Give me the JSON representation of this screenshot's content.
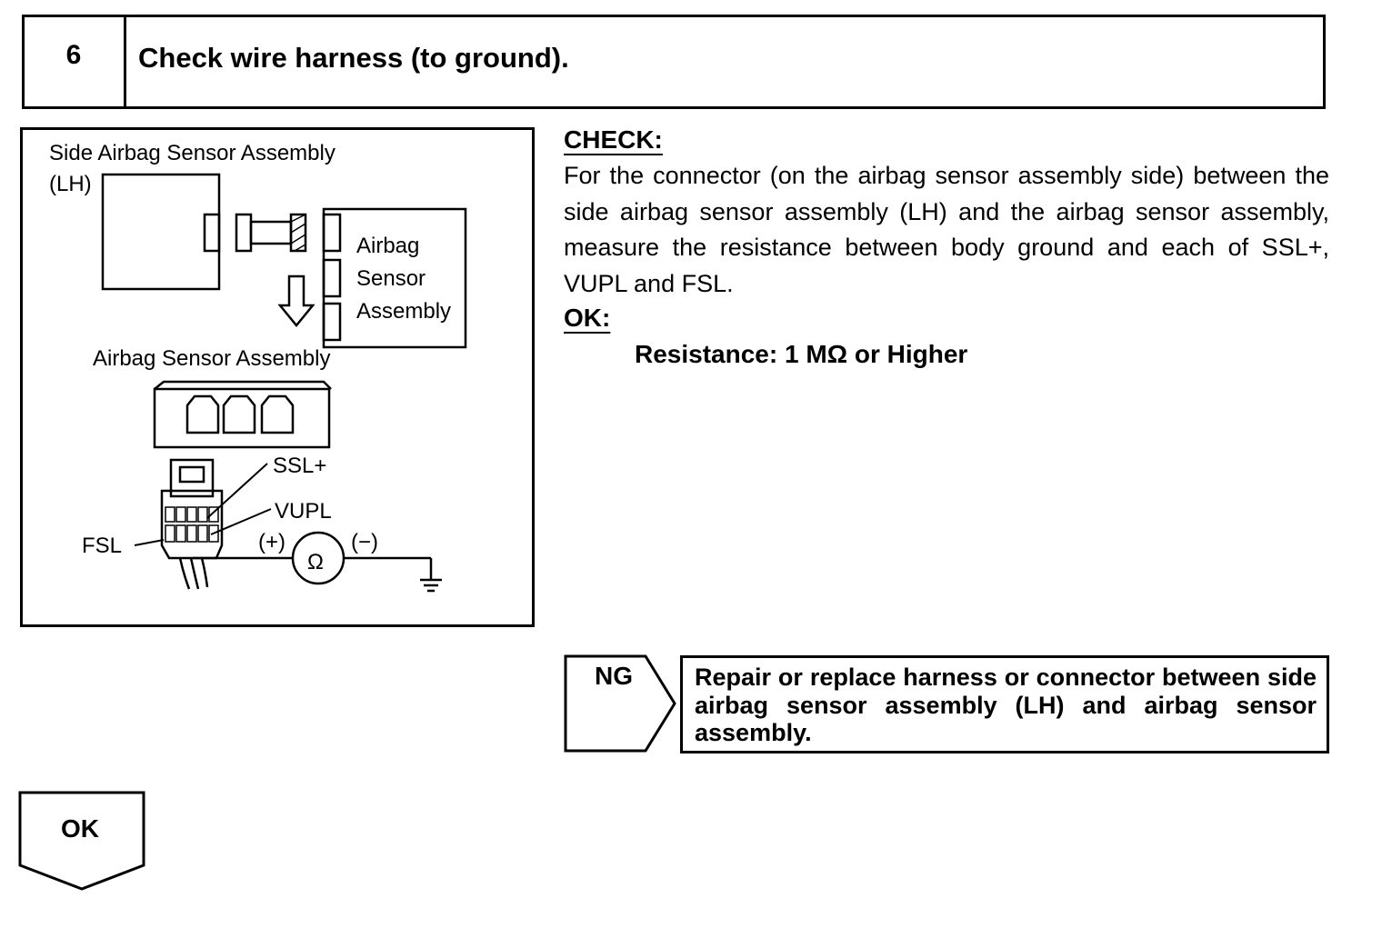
{
  "step": {
    "number": "6",
    "title": "Check wire harness (to ground)."
  },
  "figure": {
    "side_sensor_label_line1": "Side Airbag Sensor Assembly",
    "side_sensor_label_line2": "(LH)",
    "airbag_box_line1": "Airbag",
    "airbag_box_line2": "Sensor",
    "airbag_box_line3": "Assembly",
    "airbag_sensor_label": "Airbag Sensor Assembly",
    "ssl_plus": "SSL+",
    "vupl": "VUPL",
    "fsl": "FSL",
    "plus": "(+)",
    "minus": "(−)",
    "ohm_symbol": "Ω",
    "icons": [
      "connector-icon",
      "arrow-down-icon",
      "ohmmeter-icon",
      "ground-icon"
    ]
  },
  "check": {
    "heading": "CHECK:",
    "text": "For the connector (on the airbag sensor assembly side) between the side airbag sensor assembly (LH) and the airbag sensor assembly, measure the resistance between body ground and each of SSL+, VUPL and FSL.",
    "ok_heading": "OK:",
    "spec": "Resistance: 1 MΩ or Higher"
  },
  "ng": {
    "label": "NG",
    "text": "Repair or replace harness or connector between side airbag sensor assembly (LH) and airbag sensor assembly."
  },
  "ok": {
    "label": "OK"
  }
}
